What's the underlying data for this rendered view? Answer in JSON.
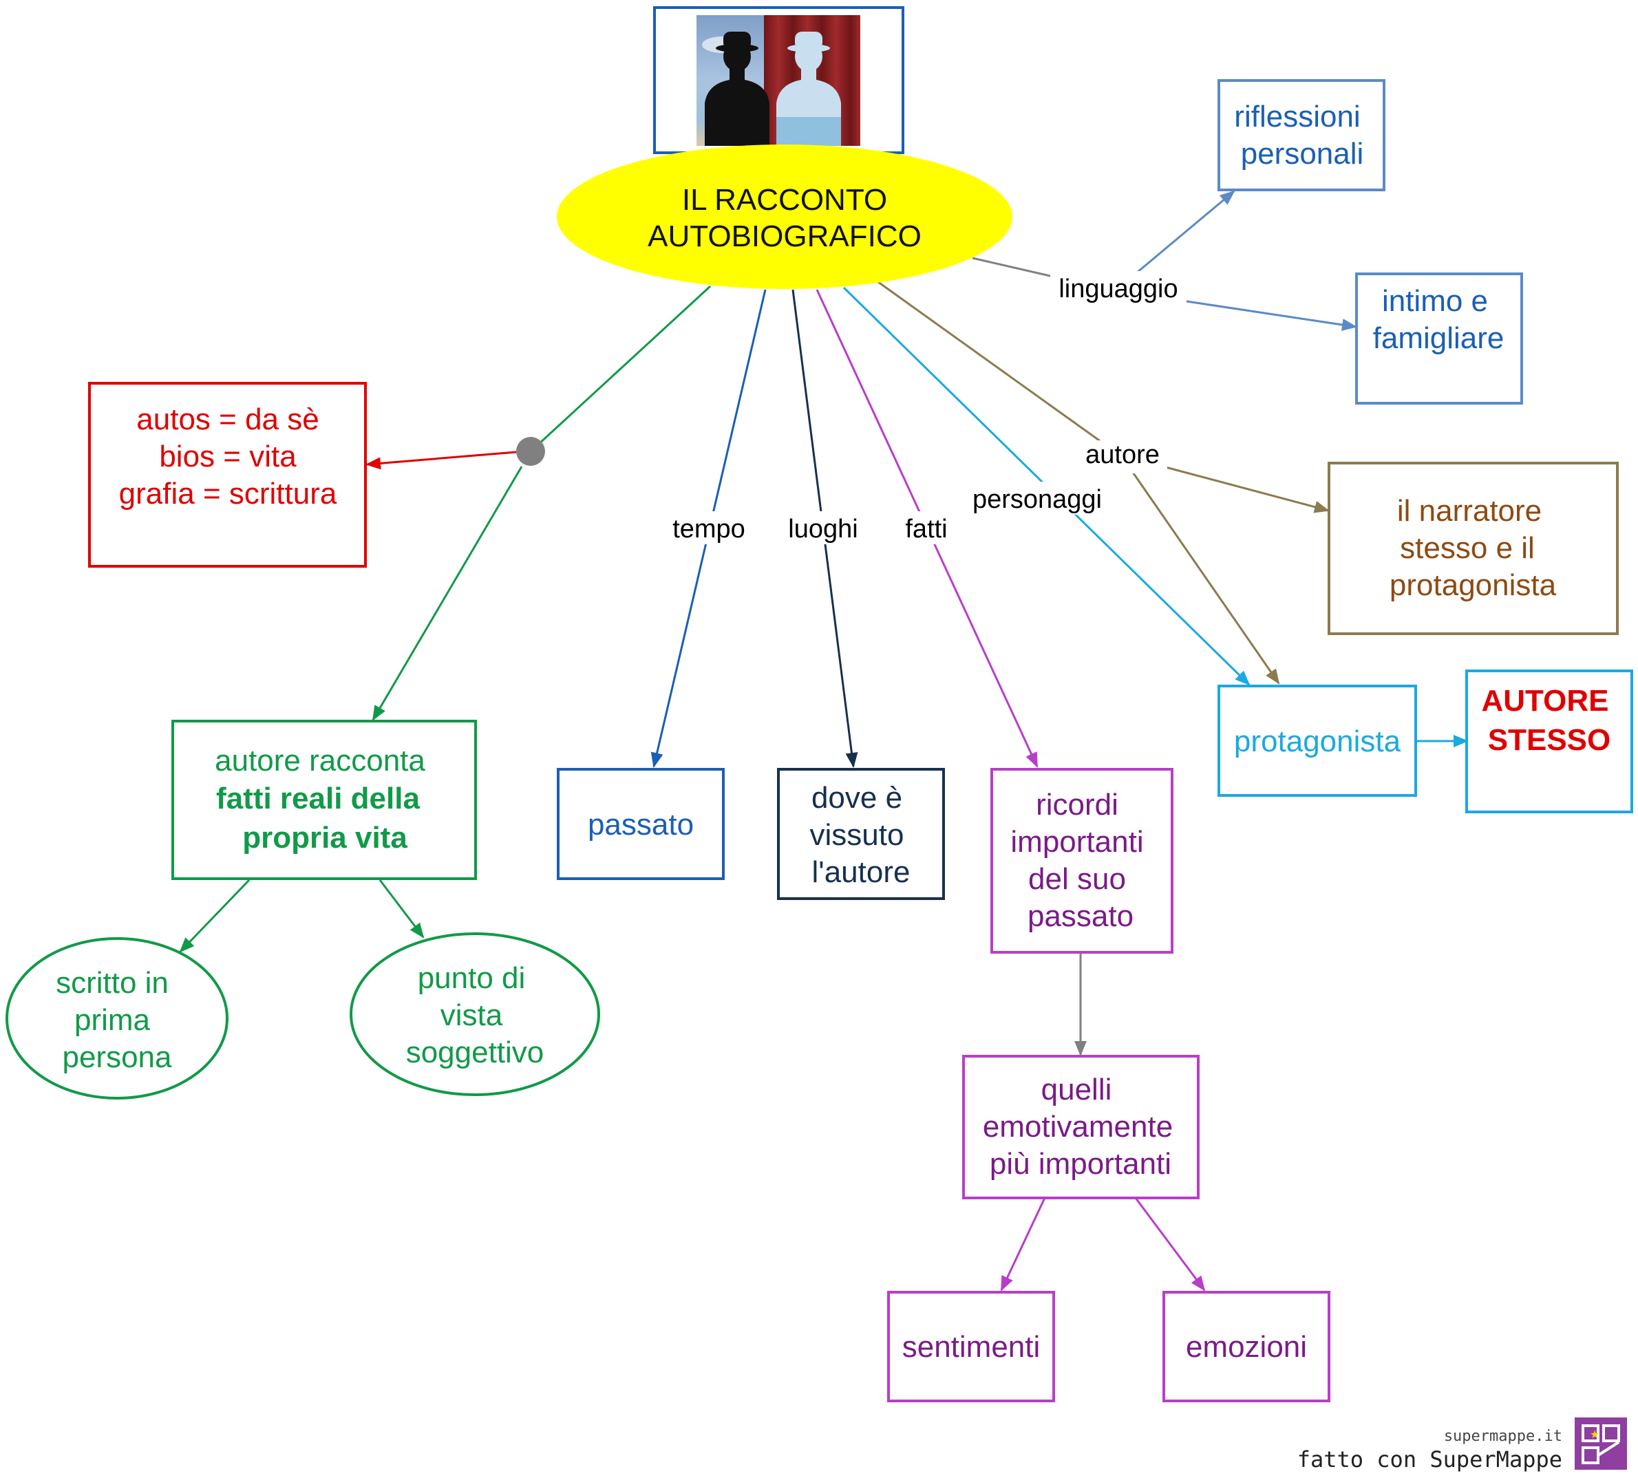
{
  "colors": {
    "title_fill": "#ffff00",
    "blue": "#1a5fb4",
    "steel_blue": "#5b8ac6",
    "red": "#e00000",
    "green": "#119a48",
    "navy": "#17304f",
    "magenta": "#b83ec9",
    "purple_text": "#7b1a88",
    "cyan": "#1ba9e0",
    "olive": "#8b7b4f",
    "brown_text": "#8e4a12",
    "gray": "#808080"
  },
  "title": {
    "lines": [
      "IL RACCONTO",
      "AUTOBIOGRAFICO"
    ]
  },
  "picture": {
    "description_icon": "painting-image"
  },
  "edge_labels": {
    "linguaggio": "linguaggio",
    "tempo": "tempo",
    "luoghi": "luoghi",
    "fatti": "fatti",
    "personaggi": "personaggi",
    "autore": "autore"
  },
  "nodes": {
    "etymology": {
      "lines": [
        "autos = da sè",
        "bios = vita",
        "grafia = scrittura"
      ]
    },
    "real_facts": {
      "lines": [
        "autore racconta",
        "fatti reali della",
        "propria vita"
      ]
    },
    "first_person": {
      "lines": [
        "scritto in",
        "prima",
        "persona"
      ]
    },
    "subjective": {
      "lines": [
        "punto di",
        "vista",
        "soggettivo"
      ]
    },
    "past": {
      "lines": [
        "passato"
      ]
    },
    "where": {
      "lines": [
        "dove è",
        "vissuto",
        "l'autore"
      ]
    },
    "memories": {
      "lines": [
        "ricordi",
        "importanti",
        "del suo",
        "passato"
      ]
    },
    "emotional": {
      "lines": [
        "quelli",
        "emotivamente",
        "più importanti"
      ]
    },
    "feelings": {
      "lines": [
        "sentimenti"
      ]
    },
    "emotions": {
      "lines": [
        "emozioni"
      ]
    },
    "reflections": {
      "lines": [
        "riflessioni",
        "personali"
      ]
    },
    "intimate": {
      "lines": [
        "intimo e",
        "famigliare"
      ]
    },
    "narrator": {
      "lines": [
        "il narratore",
        "stesso e il",
        "protagonista"
      ]
    },
    "protagonist": {
      "lines": [
        "protagonista"
      ]
    },
    "author_self": {
      "lines": [
        "AUTORE",
        "STESSO"
      ]
    }
  },
  "credit": {
    "site": "supermappe.it",
    "made_with": "fatto con SuperMappe"
  }
}
